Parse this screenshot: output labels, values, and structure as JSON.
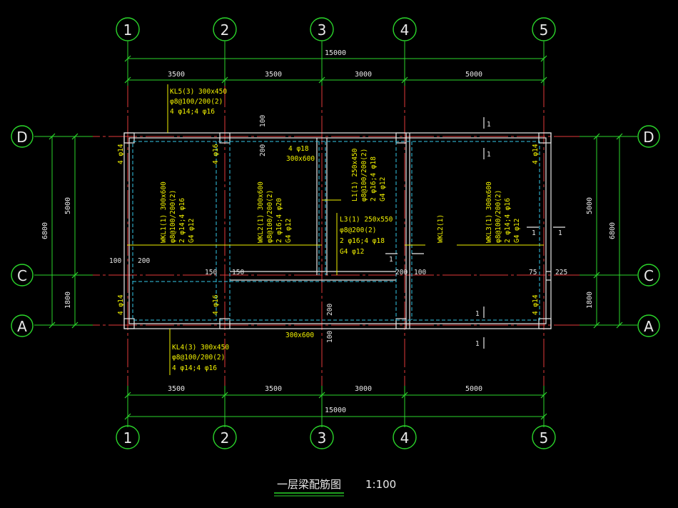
{
  "axes": {
    "vertical": [
      "1",
      "2",
      "3",
      "4",
      "5"
    ],
    "horizontal": [
      "D",
      "C",
      "A"
    ]
  },
  "dims": {
    "total": "15000",
    "bays": [
      "3500",
      "3500",
      "3000",
      "5000"
    ],
    "left_outer": "6800",
    "left_inner": [
      "5000",
      "1800"
    ],
    "right_outer": "6800",
    "right_inner": [
      "5000",
      "1800"
    ]
  },
  "labels": {
    "kl5": [
      "KL5(3) 300x450",
      "φ8@100/200(2)",
      "4 φ14;4 φ16"
    ],
    "kl4": [
      "KL4(3) 300x450",
      "φ8@100/200(2)",
      "4 φ14;4 φ16"
    ],
    "wkl1": [
      "WKL1(1) 300x600",
      "φ8@100/200(2)",
      "2 φ14;4 φ16",
      "G4 φ12"
    ],
    "wkl2": [
      "WKL2(1) 300x600",
      "φ8@100/200(2)",
      "2 φ16;4 φ20",
      "G4 φ12"
    ],
    "l1": [
      "L1(1) 250x450",
      "φ8@100/200(2)",
      "2 φ16;4 φ18",
      "G4 φ12"
    ],
    "l3": [
      "L3(1) 250x550",
      "φ8@200(2)",
      "2 φ16;4 φ18",
      "G4 φ12"
    ],
    "wkl2b": "WKL2(1)",
    "wkl3": [
      "WKL3(1) 300x600",
      "φ8@100/200(2)",
      "2 φ14;4 φ16",
      "G4 φ12"
    ],
    "top_beam": [
      "4 φ18",
      "300x600"
    ],
    "bottom_beam": "300x600",
    "col_rebar": [
      "4 φ14",
      "4 φ16",
      "4 φ14",
      "4 φ14",
      "4 φ16",
      "4 φ14"
    ],
    "small_dims": {
      "d100_top": "100",
      "d200_top": "200",
      "d100_left": "100",
      "d200_left": "200",
      "d150_a": "150",
      "d150_b": "150",
      "d200_mid": "200",
      "d100_mid": "100",
      "d75": "75",
      "d225": "225",
      "d200_bot": "200",
      "d100_bot": "100"
    },
    "section_marks": [
      "1",
      "1",
      "1",
      "1",
      "1",
      "1",
      "1"
    ]
  },
  "title": {
    "name": "一层梁配筋图",
    "scale": "1:100"
  },
  "colors": {
    "axis_green": "#2bd62b",
    "axis_red": "#e23a3a",
    "hidden_cyan": "#33c8e8",
    "annotation_yellow": "#f2f200",
    "line_white": "#e8e8e8",
    "background": "#000000"
  }
}
